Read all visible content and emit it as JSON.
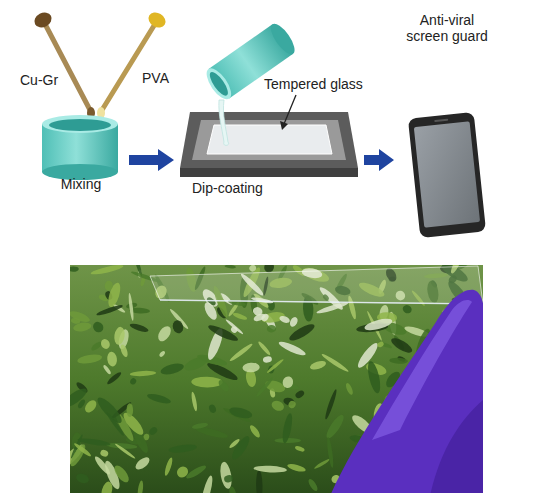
{
  "diagram": {
    "nodes": [
      {
        "text": [
          "Mixing"
        ]
      },
      {
        "text": [
          "Dip-coating"
        ]
      },
      {
        "text": [
          "Anti-viral screen guard"
        ]
      }
    ],
    "edges": [
      {
        "from": 0,
        "to": 1,
        "arrow": "to"
      },
      {
        "from": 1,
        "to": 2,
        "arrow": "to"
      }
    ],
    "labels": [
      "Cu-Gr",
      "PVA",
      "Tempered glass"
    ]
  }
}
